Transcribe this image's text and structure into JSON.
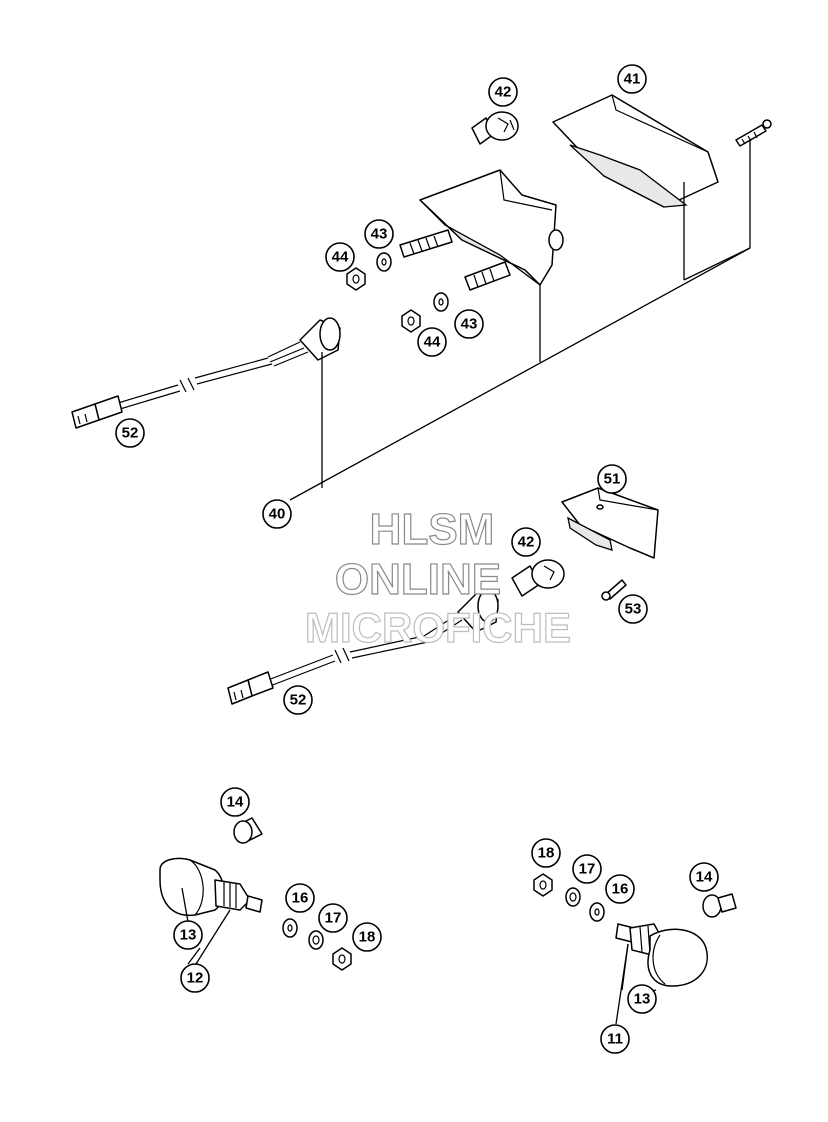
{
  "watermark": {
    "line1": "HLSM",
    "line2": "ONLINE",
    "line3": "MICROFICHE"
  },
  "callouts": {
    "c41": "41",
    "c42a": "42",
    "c43a": "43",
    "c44a": "44",
    "c43b": "43",
    "c44b": "44",
    "c52a": "52",
    "c40": "40",
    "c51": "51",
    "c42b": "42",
    "c53": "53",
    "c52b": "52",
    "c14a": "14",
    "c16a": "16",
    "c17a": "17",
    "c18a": "18",
    "c13a": "13",
    "c12": "12",
    "c18b": "18",
    "c17b": "17",
    "c16b": "16",
    "c14b": "14",
    "c13b": "13",
    "c11": "11"
  }
}
